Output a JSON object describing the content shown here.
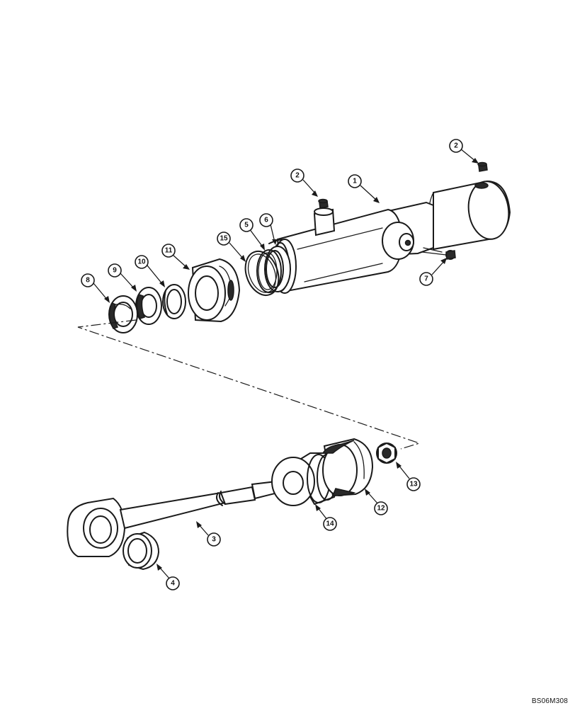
{
  "figure_code": "BS06M308",
  "callouts": [
    {
      "id": "c1",
      "label": "1",
      "part": "cylinder-barrel"
    },
    {
      "id": "c2a",
      "label": "2",
      "part": "grease-fitting"
    },
    {
      "id": "c2b",
      "label": "2",
      "part": "grease-fitting"
    },
    {
      "id": "c3",
      "label": "3",
      "part": "piston-rod"
    },
    {
      "id": "c4",
      "label": "4",
      "part": "bushing"
    },
    {
      "id": "c5",
      "label": "5",
      "part": "o-ring"
    },
    {
      "id": "c6",
      "label": "6",
      "part": "backup-ring"
    },
    {
      "id": "c7",
      "label": "7",
      "part": "fitting"
    },
    {
      "id": "c8",
      "label": "8",
      "part": "wiper"
    },
    {
      "id": "c9",
      "label": "9",
      "part": "rod-seal"
    },
    {
      "id": "c10",
      "label": "10",
      "part": "wear-ring"
    },
    {
      "id": "c11",
      "label": "11",
      "part": "gland"
    },
    {
      "id": "c12",
      "label": "12",
      "part": "piston-seal"
    },
    {
      "id": "c13",
      "label": "13",
      "part": "nut"
    },
    {
      "id": "c14",
      "label": "14",
      "part": "piston"
    },
    {
      "id": "c15",
      "label": "15",
      "part": "o-ring"
    }
  ]
}
